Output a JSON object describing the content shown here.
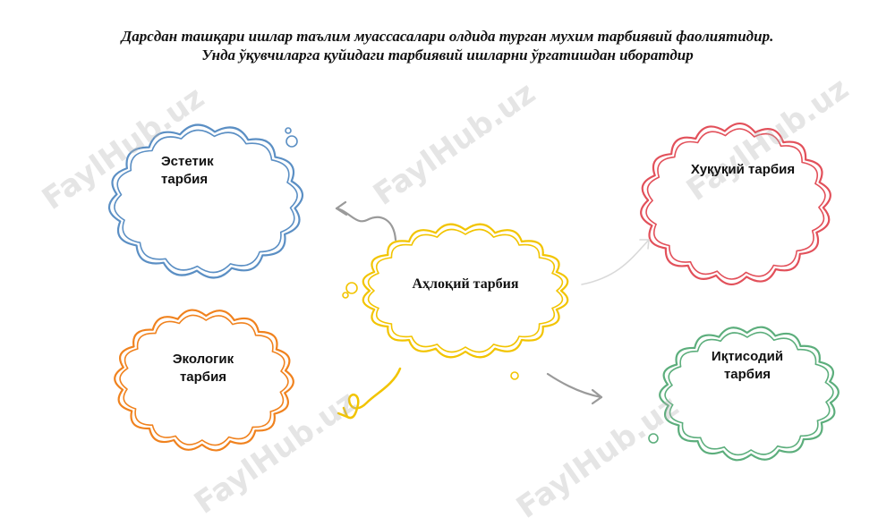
{
  "title": {
    "line1": "Дарсдан ташқари ишлар таълим муассасалари олдида турган мухим тарбиявий фаолиятидир.",
    "line2": "Унда ўқувчиларга қуйидаги тарбиявий ишларни ўргатишдан иборатдир"
  },
  "center": {
    "label": "Аҳлоқий тарбия",
    "color": "#f2c400"
  },
  "clouds": [
    {
      "id": "estetik",
      "line1": "Эстетик",
      "line2": "тарбия",
      "color": "#5b8fc4"
    },
    {
      "id": "ekologik",
      "line1": "Экологик",
      "line2": "тарбия",
      "color": "#f0821e"
    },
    {
      "id": "huquqiy",
      "line1": "Хуқуқий тарбия",
      "line2": "",
      "color": "#e2505a"
    },
    {
      "id": "iqtisodiy",
      "line1": "Иқтисодий",
      "line2": "тарбия",
      "color": "#5cae7c"
    }
  ],
  "arrow_colors": {
    "gray": "#9a9a9a",
    "yellow": "#f2c400"
  },
  "watermark": "FaylHub.uz"
}
